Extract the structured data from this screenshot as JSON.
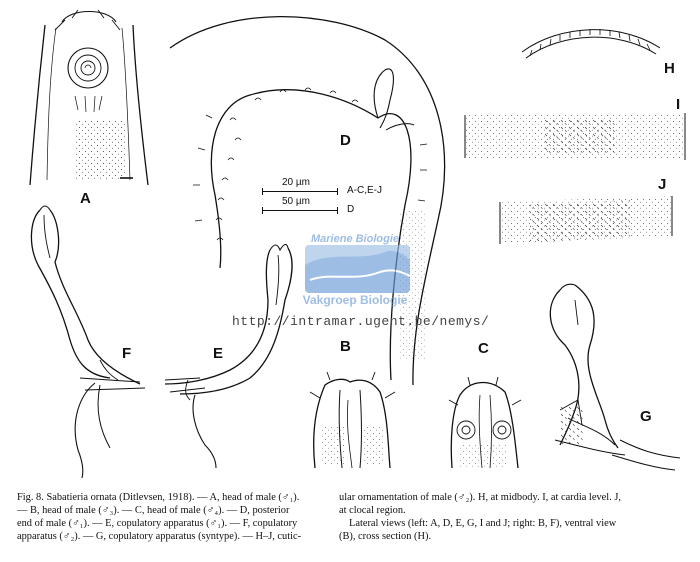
{
  "figure": {
    "panel_labels": [
      "A",
      "B",
      "C",
      "D",
      "E",
      "F",
      "G",
      "H",
      "I",
      "J"
    ],
    "scale_bars": [
      {
        "value": "20 µm",
        "applies_to": "A-C,E-J"
      },
      {
        "value": "50 µm",
        "applies_to": "D"
      }
    ],
    "watermark": {
      "logo_text_top": "Mariene Biologie",
      "logo_text_bottom": "Vakgroep Biologie",
      "url": "http://intramar.ugent.be/nemys/"
    },
    "colors": {
      "ink": "#111111",
      "watermark_blue": "#6a9bd6"
    }
  },
  "caption": {
    "left_col": [
      {
        "t": "Fig. 8. Sabatieria ornata (Ditlevsen, 1918). — A, head of male (♂₁)."
      },
      {
        "t": "— B, head of male (♂₃). — C, head of male (♂₄). — D, posterior"
      },
      {
        "t": "end of male (♂₁). — E, copulatory apparatus (♂₁). — F, copulatory"
      },
      {
        "t": "apparatus (♂₂). — G, copulatory apparatus (syntype). — H–J, cutic-"
      }
    ],
    "right_col": [
      {
        "t": "ular ornamentation of male (♂₂). H, at midbody. I, at cardia level. J,"
      },
      {
        "t": "at clocal region."
      },
      {
        "t": "Lateral views (left: A, D, E, G, I and J; right: B, F), ventral view"
      },
      {
        "t": "(B), cross section (H)."
      }
    ]
  }
}
